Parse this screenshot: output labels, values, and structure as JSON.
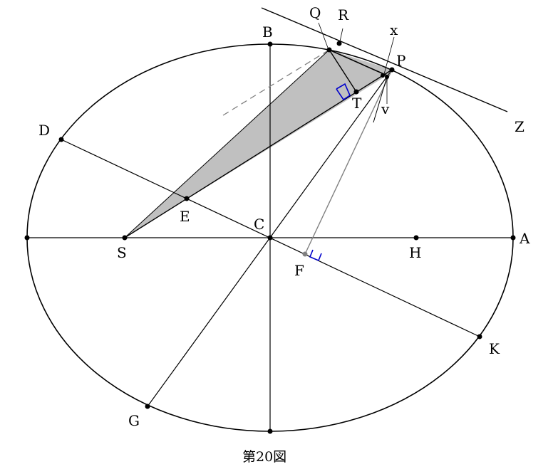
{
  "caption": "第20図",
  "labels": {
    "Q": "Q",
    "R": "R",
    "B": "B",
    "x": "x",
    "P": "P",
    "T": "T",
    "v": "v",
    "Z": "Z",
    "D": "D",
    "E": "E",
    "C": "C",
    "S": "S",
    "H": "H",
    "A": "A",
    "F": "F",
    "K": "K",
    "G": "G"
  },
  "colors": {
    "shade": "#c0c0c0",
    "right_angle": "#0000cc",
    "grey_line": "#808080"
  }
}
